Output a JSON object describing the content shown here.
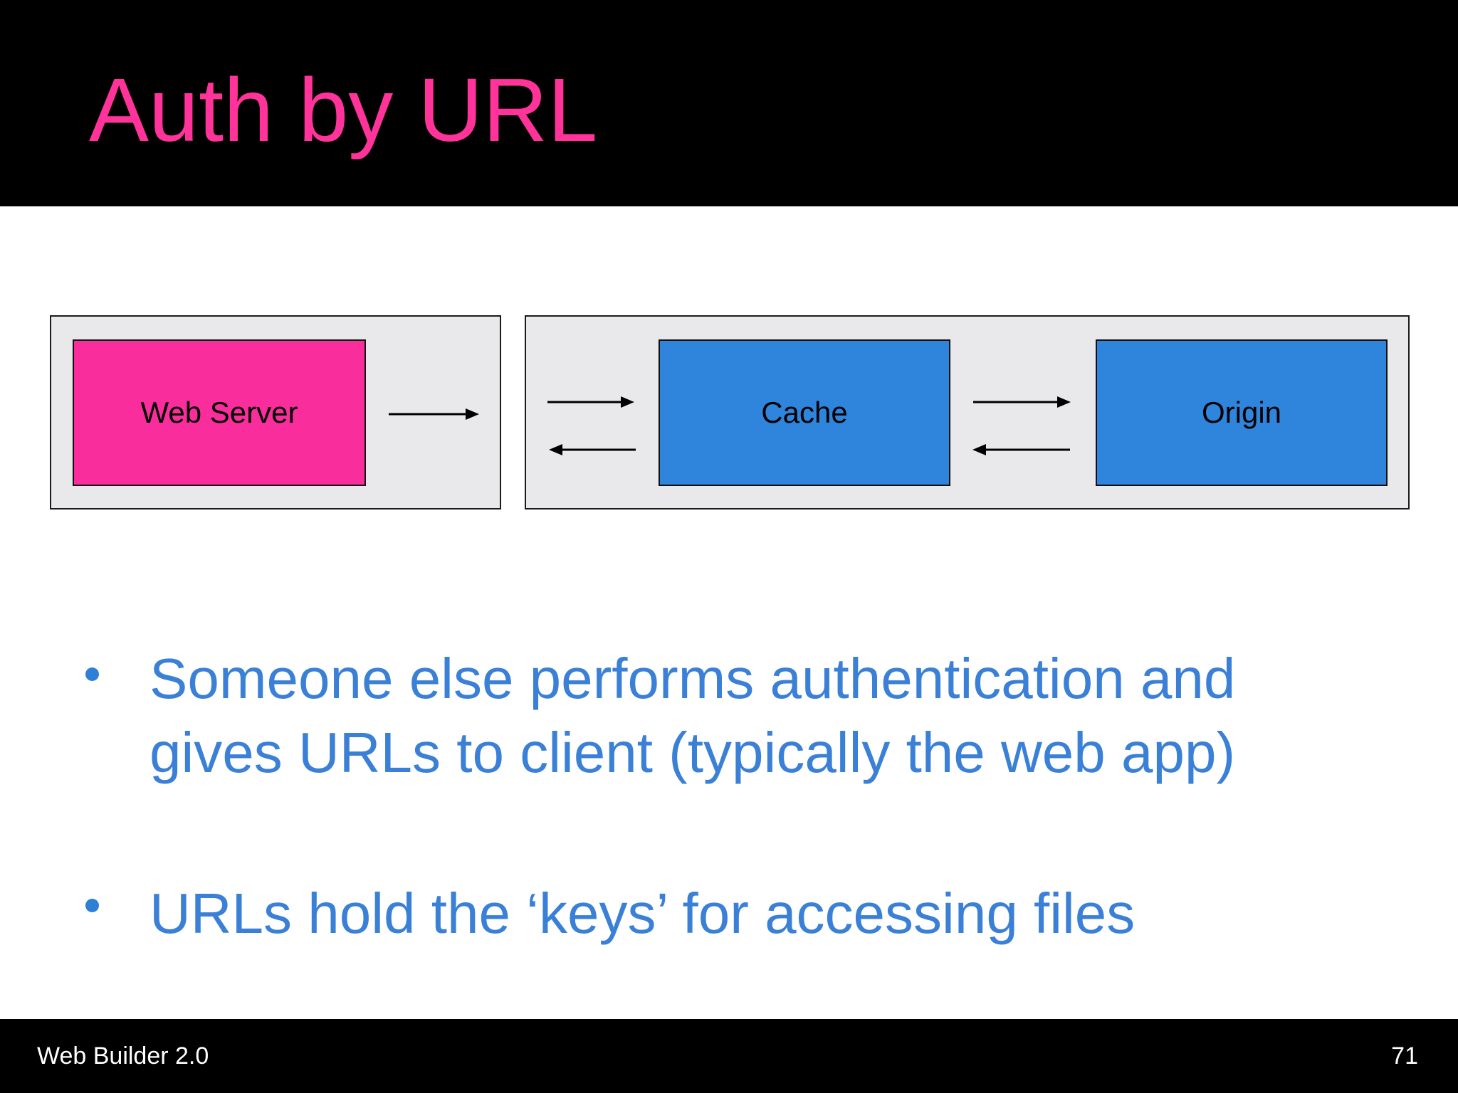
{
  "slide": {
    "title": "Auth by URL"
  },
  "diagram": {
    "web_server_label": "Web Server",
    "cache_label": "Cache",
    "origin_label": "Origin",
    "flow": "Web Server -> (request/response) -> Cache <-> Origin"
  },
  "bullets": {
    "item1": "Someone else performs authentication and\ngives URLs to client (typically the web app)",
    "item2": "URLs hold the ‘keys’ for accessing files"
  },
  "footer": {
    "left_label": "Web Builder 2.0",
    "page_number": "71"
  },
  "colors": {
    "title_pink": "#FF3399",
    "node_pink": "#FA2D9D",
    "node_blue": "#2F84DC",
    "panel_gray": "#E9E8EA",
    "bullet_blue": "#3B80D7",
    "header_black": "#000000"
  }
}
